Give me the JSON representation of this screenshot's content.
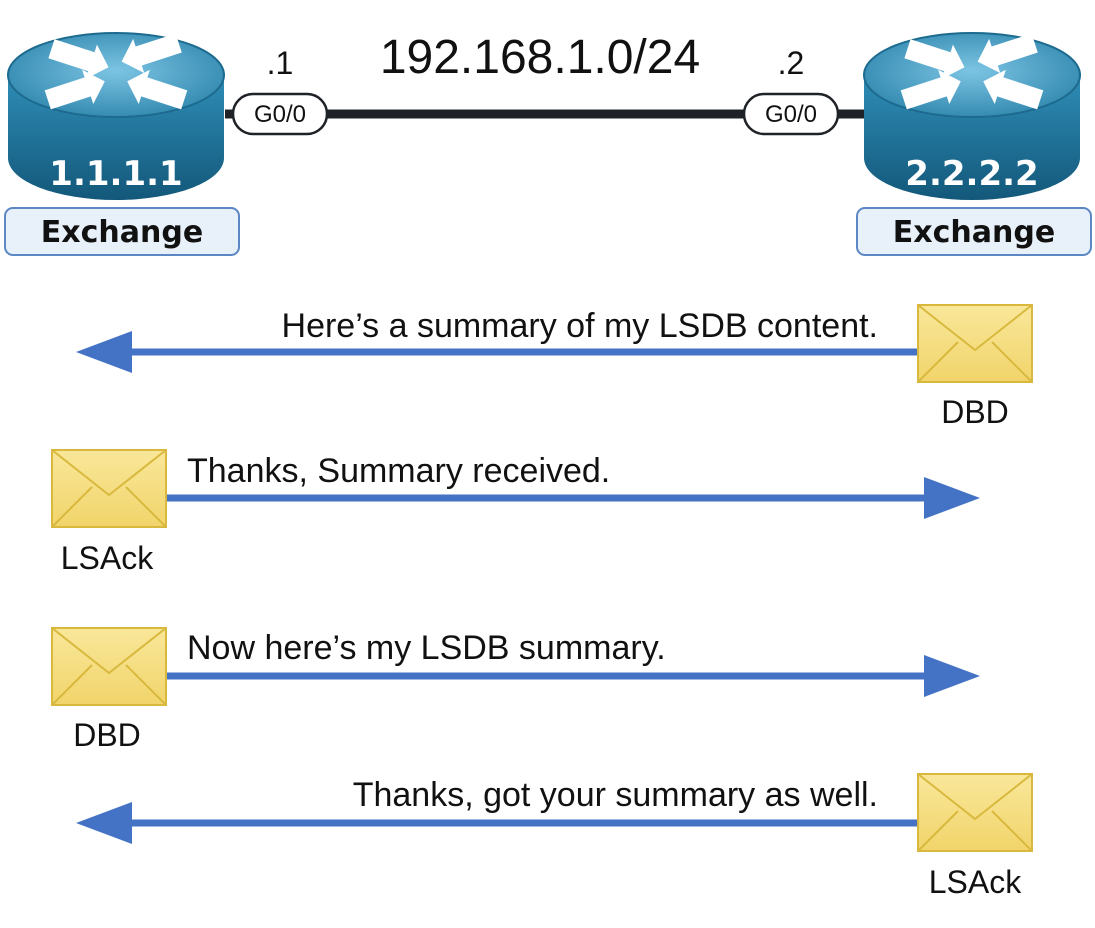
{
  "network": {
    "subnet": "192.168.1.0/24",
    "link_color": "#1f2328"
  },
  "routers": [
    {
      "router_id": "1.1.1.1",
      "address_suffix": ".1",
      "interface": "G0/0",
      "state": "Exchange"
    },
    {
      "router_id": "2.2.2.2",
      "address_suffix": ".2",
      "interface": "G0/0",
      "state": "Exchange"
    }
  ],
  "messages": [
    {
      "text": "Here’s a summary of my LSDB content.",
      "packet": "DBD",
      "direction": "right-to-left"
    },
    {
      "text": "Thanks, Summary received.",
      "packet": "LSAck",
      "direction": "left-to-right"
    },
    {
      "text": "Now here’s my LSDB summary.",
      "packet": "DBD",
      "direction": "left-to-right"
    },
    {
      "text": "Thanks, got your summary as well.",
      "packet": "LSAck",
      "direction": "right-to-left"
    }
  ],
  "colors": {
    "arrow": "#4472c4",
    "router_body": "#2a7ea5",
    "router_top": "#4fa3c7",
    "state_box_fill": "#e8f0fa",
    "state_box_border": "#5b87c5",
    "envelope_fill": "#f6df83",
    "envelope_border": "#d8b93e"
  }
}
